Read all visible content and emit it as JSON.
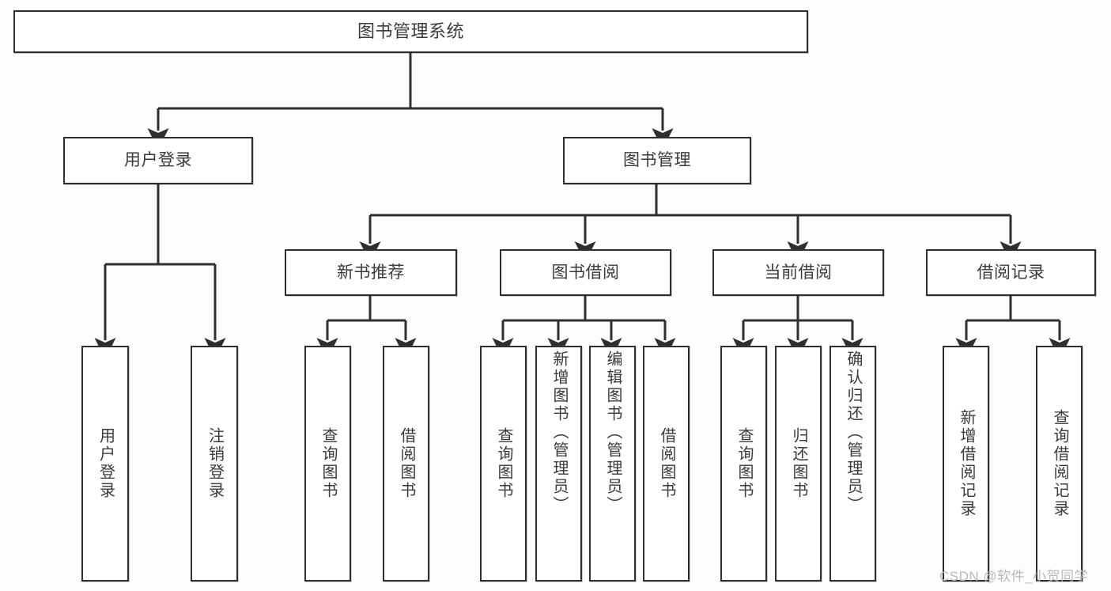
{
  "diagram": {
    "title": "图书管理系统",
    "type": "tree",
    "root": {
      "label": "图书管理系统"
    },
    "level2": [
      {
        "label": "用户登录"
      },
      {
        "label": "图书管理"
      }
    ],
    "level3": [
      {
        "label": "新书推荐"
      },
      {
        "label": "图书借阅"
      },
      {
        "label": "当前借阅"
      },
      {
        "label": "借阅记录"
      }
    ],
    "leaves": {
      "user_login": [
        {
          "label": "用户登录"
        },
        {
          "label": "注销登录"
        }
      ],
      "new_book": [
        {
          "label": "查询图书"
        },
        {
          "label": "借阅图书"
        }
      ],
      "book_borrow": [
        {
          "label": "查询图书"
        },
        {
          "label": "新增图书（管理员）"
        },
        {
          "label": "编辑图书（管理员）"
        },
        {
          "label": "借阅图书"
        }
      ],
      "current_borrow": [
        {
          "label": "查询图书"
        },
        {
          "label": "归还图书"
        },
        {
          "label": "确认归还（管理员）"
        }
      ],
      "borrow_record": [
        {
          "label": "新增借阅记录"
        },
        {
          "label": "查询借阅记录"
        }
      ]
    }
  },
  "watermark": {
    "text": "CSDN @软件_小贺同学"
  },
  "colors": {
    "border": "#2f2f2f",
    "text": "#3a3a3a",
    "background": "#fdfdfd",
    "watermark": "#b9b9b9"
  }
}
